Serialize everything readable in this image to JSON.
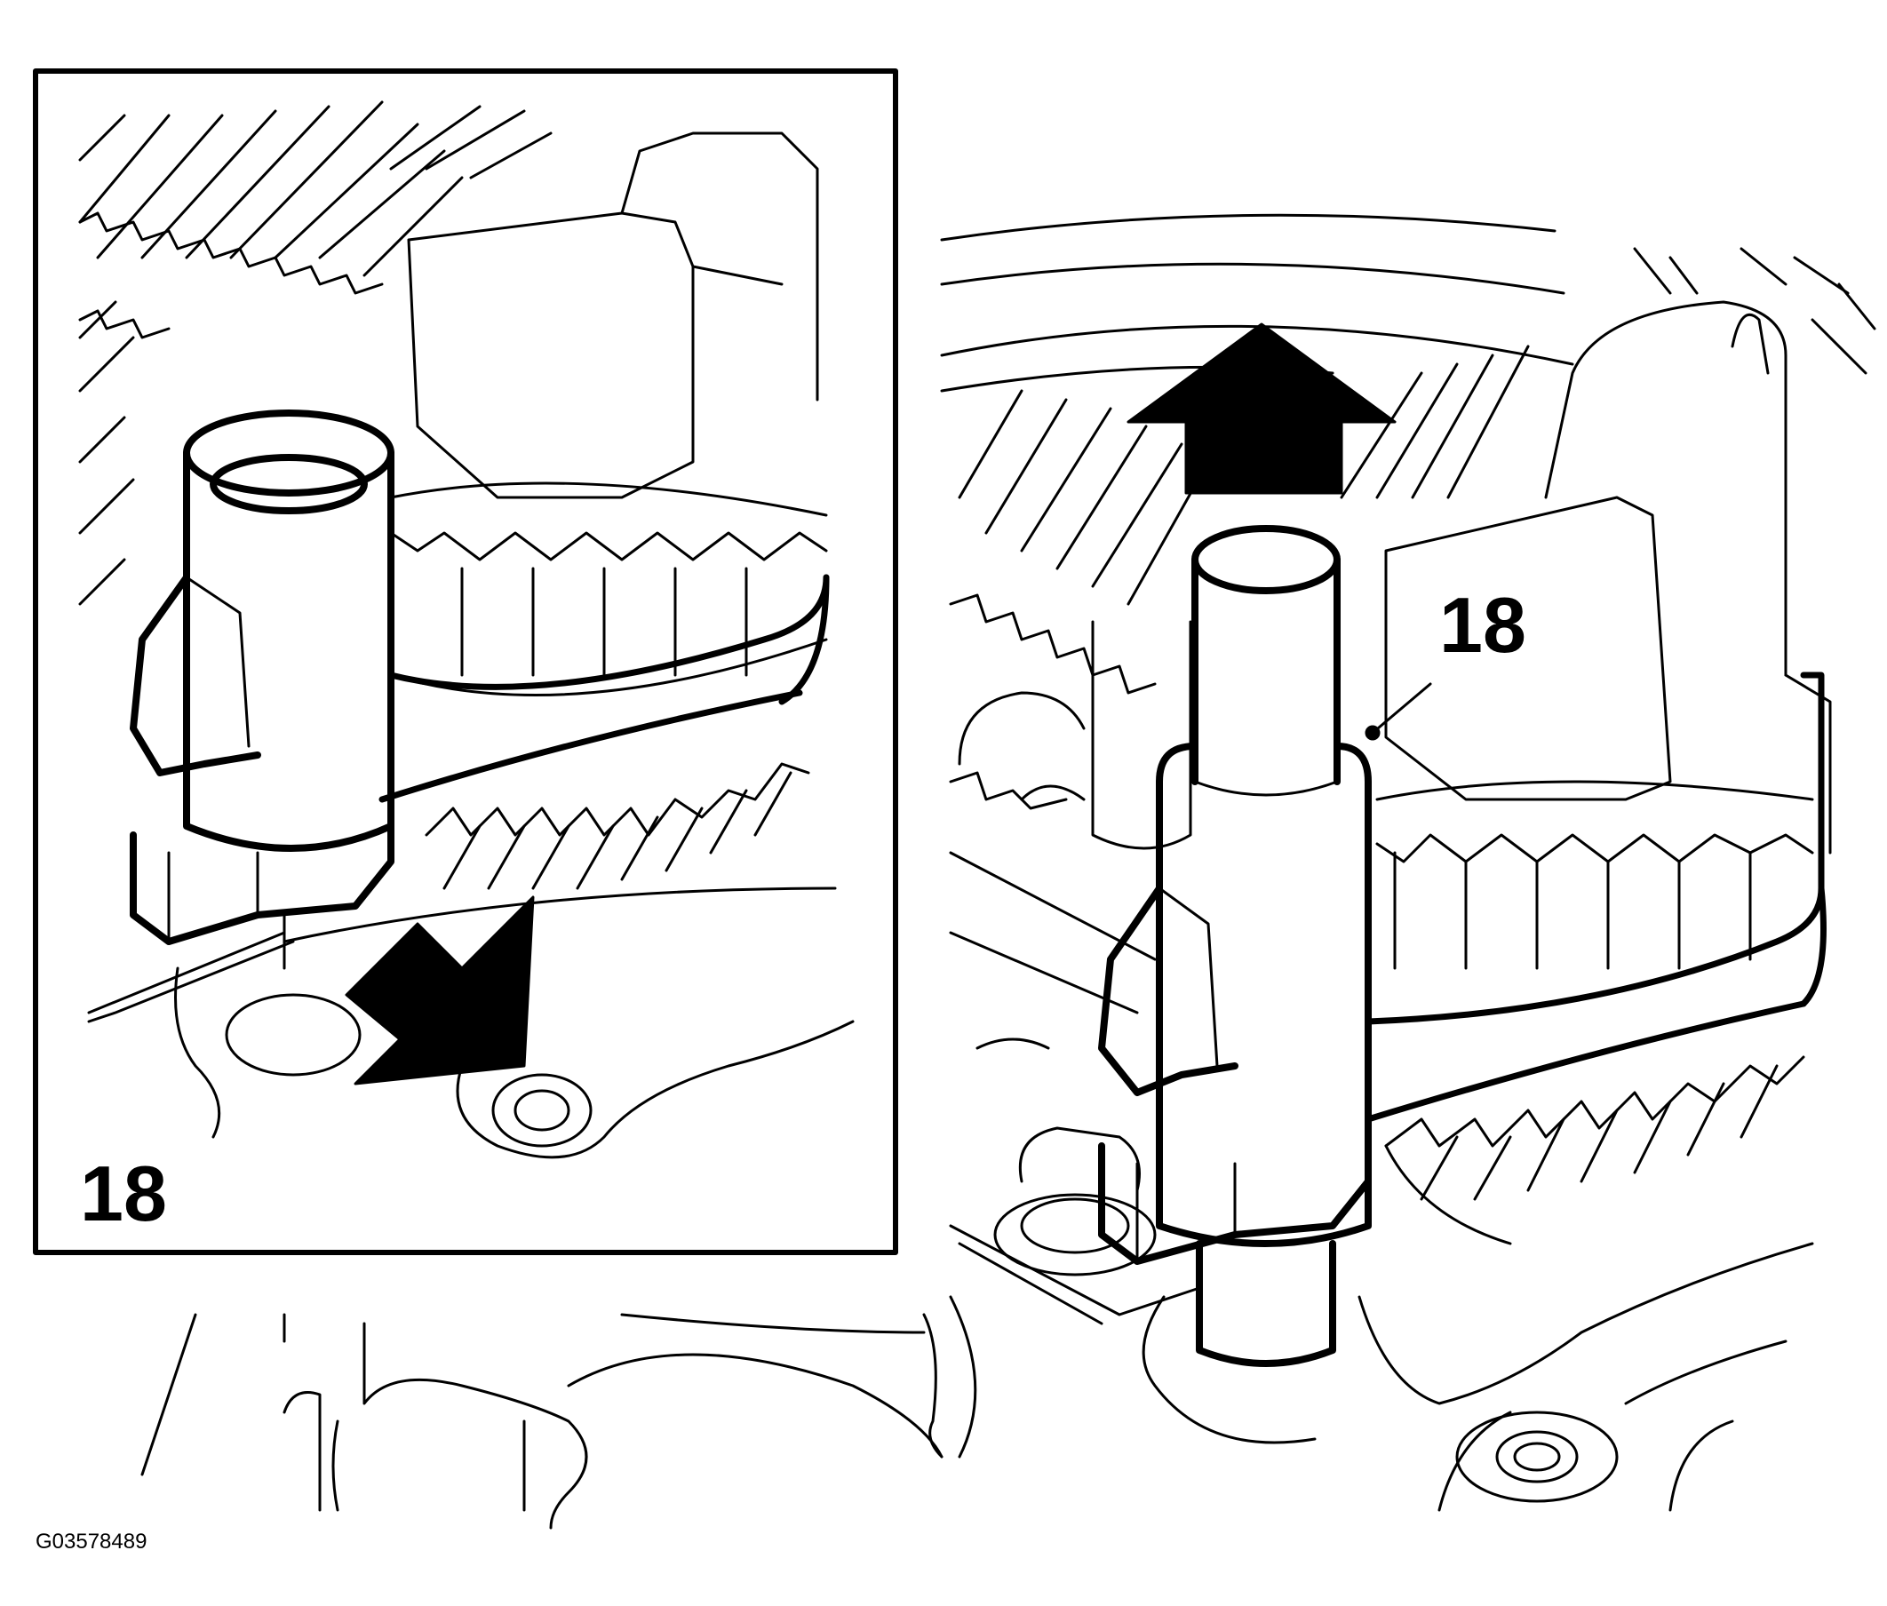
{
  "inset_label": "18",
  "callout_label": "18",
  "figure_id": "G03578489",
  "colors": {
    "line": "#000000",
    "background": "#ffffff"
  }
}
